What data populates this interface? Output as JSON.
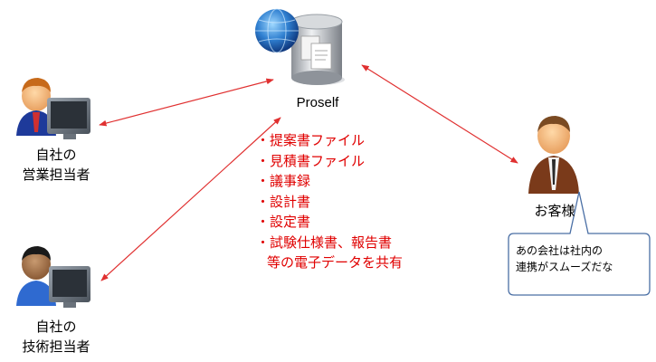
{
  "server": {
    "name": "Proself"
  },
  "people": {
    "sales": {
      "line1": "自社の",
      "line2": "営業担当者"
    },
    "tech": {
      "line1": "自社の",
      "line2": "技術担当者"
    },
    "customer": {
      "label": "お客様"
    }
  },
  "shared_files": [
    "・提案書ファイル",
    "・見積書ファイル",
    "・議事録",
    "・設計書",
    "・設定書",
    "・試験仕様書、報告書"
  ],
  "shared_note": "等の電子データを共有",
  "speech_bubble": {
    "line1": "あの会社は社内の",
    "line2": "連携がスムーズだな"
  },
  "colors": {
    "arrow": "#e03030",
    "text_red": "#e00000",
    "bubble_border": "#4a6fa5"
  },
  "icons": [
    "server-globe-icon",
    "businessman-computer-icon",
    "customer-icon"
  ]
}
